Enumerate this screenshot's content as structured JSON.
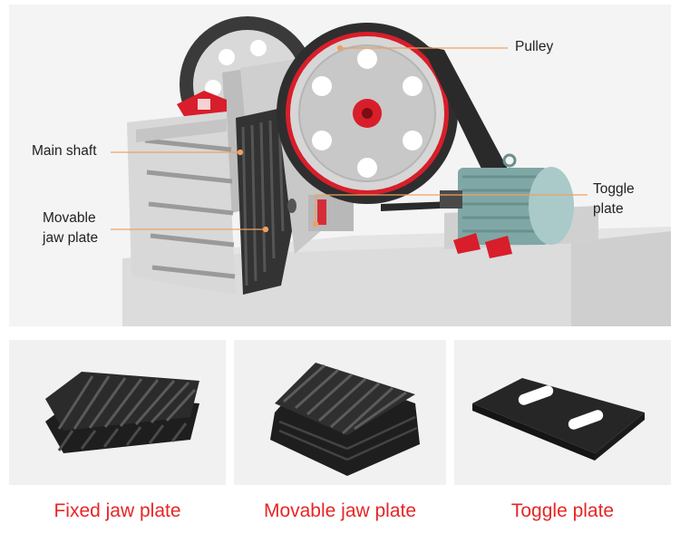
{
  "callouts": {
    "pulley": "Pulley",
    "main_shaft": "Main shaft",
    "movable_line1": "Movable",
    "movable_line2": "jaw plate",
    "toggle_line1": "Toggle",
    "toggle_line2": "plate"
  },
  "cards": [
    {
      "label": "Fixed jaw plate"
    },
    {
      "label": "Movable jaw plate"
    },
    {
      "label": "Toggle plate"
    }
  ],
  "colors": {
    "accent_red": "#e82525",
    "leader_line": "#f0a060",
    "machine_red": "#d81e2a",
    "motor_teal": "#8fb8b6"
  }
}
